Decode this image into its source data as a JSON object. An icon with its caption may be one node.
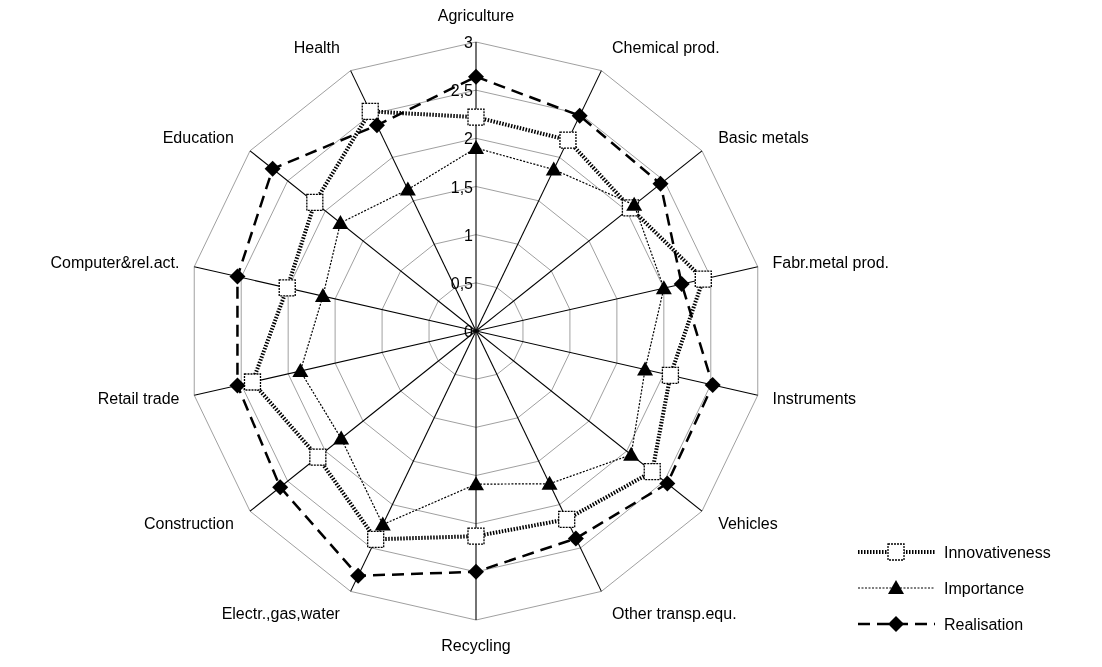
{
  "diagram": {
    "chart_data": {
      "type": "radar",
      "legend": "lower right",
      "categories": [
        "Agriculture",
        "Chemical prod.",
        "Basic metals",
        "Fabr.metal prod.",
        "Instruments",
        "Vehicles",
        "Other transp.equ.",
        "Recycling",
        "Electr.,gas,water",
        "Construction",
        "Retail trade",
        "Computer&rel.act.",
        "Education",
        "Health"
      ],
      "series": [
        {
          "name": "Innovativeness",
          "color": "#000000",
          "values": [
            2.22,
            2.2,
            2.05,
            2.42,
            2.07,
            2.34,
            2.17,
            2.13,
            2.4,
            2.1,
            2.38,
            2.01,
            2.14,
            2.53
          ]
        },
        {
          "name": "Importance",
          "color": "#000000",
          "values": [
            1.9,
            1.86,
            2.1,
            2.0,
            1.8,
            2.06,
            1.76,
            1.59,
            2.23,
            1.79,
            1.87,
            1.63,
            1.8,
            1.63
          ]
        },
        {
          "name": "Realisation",
          "color": "#000000",
          "values": [
            2.64,
            2.48,
            2.45,
            2.19,
            2.52,
            2.54,
            2.39,
            2.5,
            2.82,
            2.6,
            2.54,
            2.54,
            2.7,
            2.37
          ]
        }
      ],
      "ylim": [
        0,
        3
      ],
      "yticks": [
        {
          "value": 0,
          "label": "0"
        },
        {
          "value": 0.5,
          "label": "0,5"
        },
        {
          "value": 1,
          "label": "1"
        },
        {
          "value": 1.5,
          "label": "1,5"
        },
        {
          "value": 2,
          "label": "2"
        },
        {
          "value": 2.5,
          "label": "2,5"
        },
        {
          "value": 3,
          "label": "3"
        }
      ]
    }
  }
}
